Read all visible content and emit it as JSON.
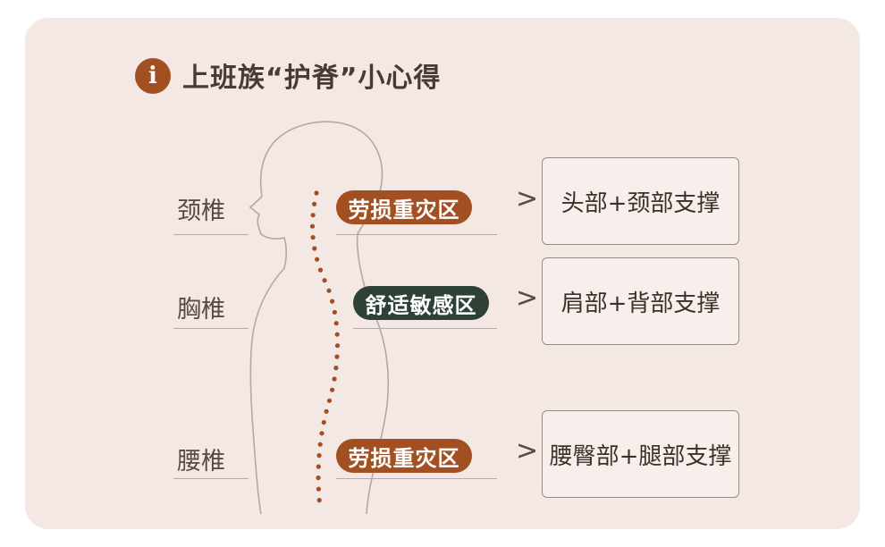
{
  "header": {
    "info_icon": "i",
    "title": "上班族“护脊”小心得"
  },
  "colors": {
    "card_bg": "#f3e8e4",
    "accent_brown": "#a24f22",
    "accent_green": "#2f4136",
    "spine_dots": "#a24f22"
  },
  "rows": [
    {
      "region": "颈椎",
      "tag": "劳损重灾区",
      "tag_color": "#a24f22",
      "arrow": ">",
      "support": "头部+颈部支撑"
    },
    {
      "region": "胸椎",
      "tag": "舒适敏感区",
      "tag_color": "#2f4136",
      "arrow": ">",
      "support": "肩部+背部支撑"
    },
    {
      "region": "腰椎",
      "tag": "劳损重灾区",
      "tag_color": "#a24f22",
      "arrow": ">",
      "support": "腰臀部+腿部支撑"
    }
  ]
}
